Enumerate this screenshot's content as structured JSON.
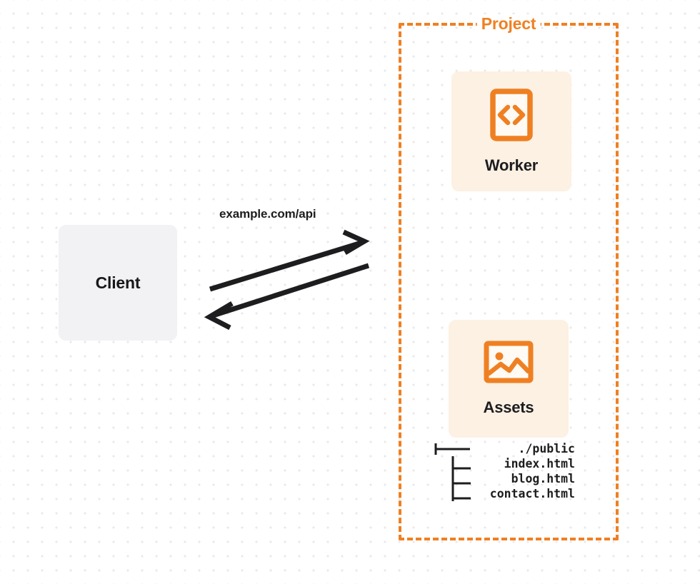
{
  "diagram": {
    "title": "Project",
    "background": "dot-grid",
    "accent_color": "#ef8022",
    "card_background": "#fdf1e4",
    "client_background": "#f2f2f4",
    "text_color": "#1d1d1f"
  },
  "client": {
    "label": "Client"
  },
  "connection": {
    "label": "example.com/api",
    "direction": "bidirectional",
    "color": "#1d1d1f"
  },
  "project": {
    "label": "Project",
    "services": [
      {
        "label": "Worker",
        "icon": "code-brackets-icon"
      },
      {
        "label": "Assets",
        "icon": "image-icon"
      }
    ]
  },
  "file_tree": {
    "rows": [
      {
        "glyph": "root-branch",
        "name": "./public"
      },
      {
        "glyph": "child-branch",
        "name": "index.html"
      },
      {
        "glyph": "child-branch",
        "name": "blog.html"
      },
      {
        "glyph": "child-branch",
        "name": "contact.html"
      }
    ]
  }
}
